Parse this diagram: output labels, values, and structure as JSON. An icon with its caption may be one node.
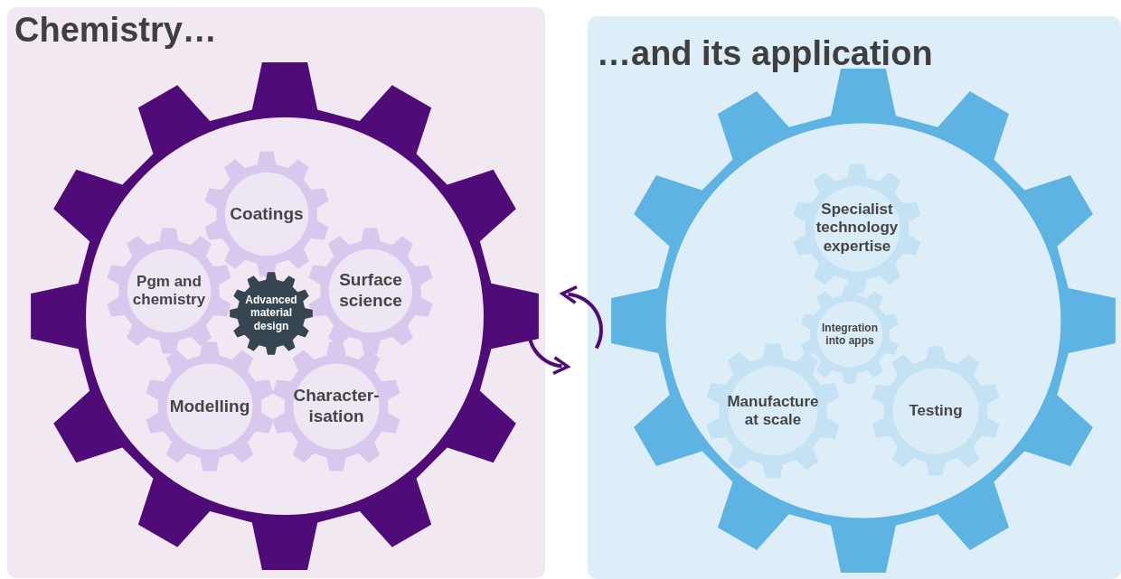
{
  "diagram": {
    "nodes": [
      {
        "text": [
          "Chemistry…"
        ]
      },
      {
        "text": [],
        "shape": "gear",
        "in": 0
      },
      {
        "text": [
          "Coatings"
        ],
        "in": 1
      },
      {
        "text": [
          "Pgm and chemistry"
        ],
        "in": 1
      },
      {
        "text": [
          "Surface science"
        ],
        "in": 1
      },
      {
        "text": [
          "Advanced material design"
        ],
        "in": 1
      },
      {
        "text": [
          "Modelling"
        ],
        "in": 1
      },
      {
        "text": [
          "Character-isation"
        ],
        "in": 1
      },
      {
        "text": [
          "…and its application"
        ]
      },
      {
        "text": [],
        "shape": "gear",
        "in": 8
      },
      {
        "text": [
          "Specialist technology expertise"
        ],
        "in": 9
      },
      {
        "text": [
          "Integration into apps"
        ],
        "in": 9
      },
      {
        "text": [
          "Manufacture at scale"
        ],
        "in": 9
      },
      {
        "text": [
          "Testing"
        ],
        "in": 9
      }
    ],
    "edges": [
      {
        "from": 1,
        "to": 9,
        "arrow": "to"
      },
      {
        "from": 9,
        "to": 1,
        "arrow": "to"
      }
    ]
  }
}
